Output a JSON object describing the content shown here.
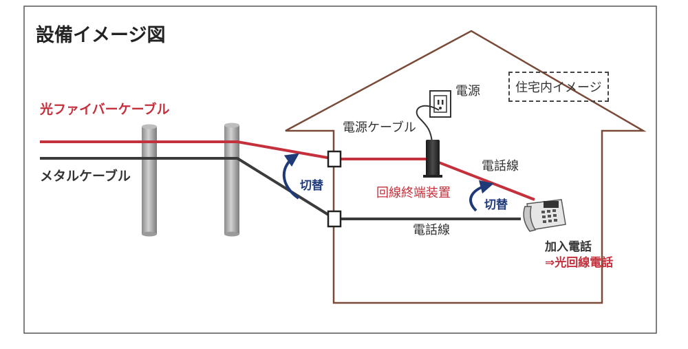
{
  "title": "設備イメージ図",
  "colors": {
    "fiber": "#c4303b",
    "metal": "#3b3b3b",
    "house": "#7a4a38",
    "arrow": "#1f3a78"
  },
  "labels": {
    "fiber_cable": "光ファイバーケーブル",
    "metal_cable": "メタルケーブル",
    "home_image": "住宅内イメージ",
    "outlet": "電源",
    "power_cable": "電源ケーブル",
    "phone_line_upper": "電話線",
    "terminal_device": "回線終端装置",
    "switch_left": "切替",
    "switch_right": "切替",
    "phone_line_lower": "電話線",
    "subscriber_phone": "加入電話",
    "fiber_phone": "⇒光回線電話"
  }
}
